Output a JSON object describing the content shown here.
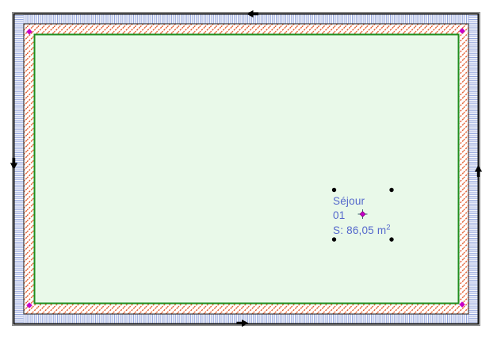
{
  "window": {
    "background": "#FFFFFF"
  },
  "room": {
    "name_line1": "Séjour",
    "name_line2": "01",
    "area_text": "S: 86,05 m",
    "area_exponent": "2"
  },
  "zone": {
    "floor_fill": "#E9F9E9",
    "border_green": "#1F8F1F"
  },
  "walls": {
    "outer_line": "#111111",
    "outline_grey": "#8A8A8A",
    "separator_line": "#1A1A1A",
    "hatch_blue": "#94A5DD",
    "hatch_red": "#E0501E"
  },
  "markers": {
    "hotspot_color": "#C800C8",
    "hotspot_cross_color": "#336666",
    "handle_color": "#000000",
    "label_text_color": "#5468CC"
  },
  "arrows": {
    "color": "#000000",
    "top_direction": "left",
    "bottom_direction": "right",
    "left_direction": "down",
    "right_direction": "up"
  }
}
